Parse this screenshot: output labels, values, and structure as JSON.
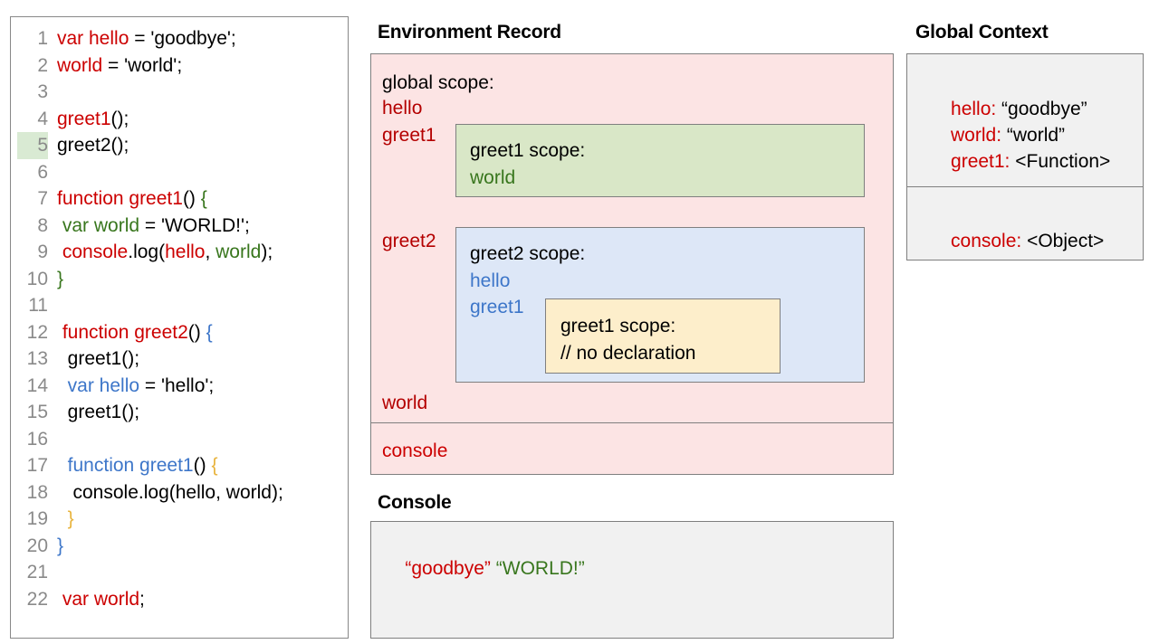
{
  "code_panel": {
    "name": "javascript-source-code",
    "highlighted_line": 5,
    "lines": [
      {
        "num": "1",
        "tokens": [
          {
            "t": "var hello",
            "c": "red"
          },
          {
            "t": " = 'goodbye';",
            "c": "black"
          }
        ]
      },
      {
        "num": "2",
        "tokens": [
          {
            "t": "world",
            "c": "red"
          },
          {
            "t": " = 'world';",
            "c": "black"
          }
        ]
      },
      {
        "num": "3",
        "tokens": []
      },
      {
        "num": "4",
        "tokens": [
          {
            "t": "greet1",
            "c": "red"
          },
          {
            "t": "();",
            "c": "black"
          }
        ]
      },
      {
        "num": "5",
        "tokens": [
          {
            "t": "greet2();",
            "c": "black"
          }
        ]
      },
      {
        "num": "6",
        "tokens": []
      },
      {
        "num": "7",
        "tokens": [
          {
            "t": "function greet1",
            "c": "red"
          },
          {
            "t": "() ",
            "c": "black"
          },
          {
            "t": "{",
            "c": "green"
          }
        ]
      },
      {
        "num": "8",
        "tokens": [
          {
            "t": " ",
            "c": "black"
          },
          {
            "t": "var world",
            "c": "green"
          },
          {
            "t": " = 'WORLD!';",
            "c": "black"
          }
        ]
      },
      {
        "num": "9",
        "tokens": [
          {
            "t": " ",
            "c": "black"
          },
          {
            "t": "console",
            "c": "red"
          },
          {
            "t": ".log(",
            "c": "black"
          },
          {
            "t": "hello",
            "c": "red"
          },
          {
            "t": ", ",
            "c": "black"
          },
          {
            "t": "world",
            "c": "green"
          },
          {
            "t": ");",
            "c": "black"
          }
        ]
      },
      {
        "num": "10",
        "tokens": [
          {
            "t": "}",
            "c": "green"
          }
        ]
      },
      {
        "num": "11",
        "tokens": []
      },
      {
        "num": "12",
        "tokens": [
          {
            "t": " ",
            "c": "black"
          },
          {
            "t": "function greet2",
            "c": "red"
          },
          {
            "t": "() ",
            "c": "black"
          },
          {
            "t": "{",
            "c": "blue"
          }
        ]
      },
      {
        "num": "13",
        "tokens": [
          {
            "t": "  greet1();",
            "c": "black"
          }
        ]
      },
      {
        "num": "14",
        "tokens": [
          {
            "t": "  ",
            "c": "black"
          },
          {
            "t": "var hello",
            "c": "blue"
          },
          {
            "t": " = 'hello';",
            "c": "black"
          }
        ]
      },
      {
        "num": "15",
        "tokens": [
          {
            "t": "  greet1();",
            "c": "black"
          }
        ]
      },
      {
        "num": "16",
        "tokens": []
      },
      {
        "num": "17",
        "tokens": [
          {
            "t": "  ",
            "c": "black"
          },
          {
            "t": "function greet1",
            "c": "blue"
          },
          {
            "t": "() ",
            "c": "black"
          },
          {
            "t": "{",
            "c": "orange"
          }
        ]
      },
      {
        "num": "18",
        "tokens": [
          {
            "t": "   console.log(hello, world);",
            "c": "black"
          }
        ]
      },
      {
        "num": "19",
        "tokens": [
          {
            "t": "  ",
            "c": "black"
          },
          {
            "t": "}",
            "c": "orange"
          }
        ]
      },
      {
        "num": "20",
        "tokens": [
          {
            "t": "}",
            "c": "blue"
          }
        ]
      },
      {
        "num": "21",
        "tokens": []
      },
      {
        "num": "22",
        "tokens": [
          {
            "t": " ",
            "c": "black"
          },
          {
            "t": "var world",
            "c": "red"
          },
          {
            "t": ";",
            "c": "black"
          }
        ]
      }
    ]
  },
  "environment_record": {
    "title": "Environment Record",
    "global_scope_label": "global scope:",
    "global_bindings": [
      "hello",
      "greet1",
      "greet2",
      "world"
    ],
    "console_binding": "console",
    "greet1_scope": {
      "header": "greet1 scope:",
      "bindings": [
        "world"
      ]
    },
    "greet2_scope": {
      "header": "greet2 scope:",
      "bindings": [
        "hello",
        "greet1"
      ]
    },
    "greet1_inner_scope": {
      "header": "greet1 scope:",
      "note": "// no declaration"
    }
  },
  "console_panel": {
    "title": "Console",
    "output_first": "“goodbye”",
    "output_second": "“WORLD!”"
  },
  "global_context": {
    "title": "Global Context",
    "entries": [
      {
        "key": "hello:",
        "value": " “goodbye”"
      },
      {
        "key": "world:",
        "value": " “world”"
      },
      {
        "key": "greet1:",
        "value": " <Function>"
      }
    ],
    "object_entry": {
      "key": "console:",
      "value": " <Object>"
    }
  },
  "colors": {
    "env_record_bg": "#fce4e4",
    "greet1_scope_bg": "#d9e7c7",
    "greet2_scope_bg": "#dde7f7",
    "greet1_inner_bg": "#fdeecb",
    "panel_grey_bg": "#f1f1f1",
    "border": "#7f7f7f",
    "red": "#cc0000",
    "dark_red": "#b40000",
    "green": "#38761d",
    "blue": "#3d76c9",
    "orange": "#e8b33c",
    "line_number": "#8a8a8a",
    "highlight": "#d9ead3"
  }
}
